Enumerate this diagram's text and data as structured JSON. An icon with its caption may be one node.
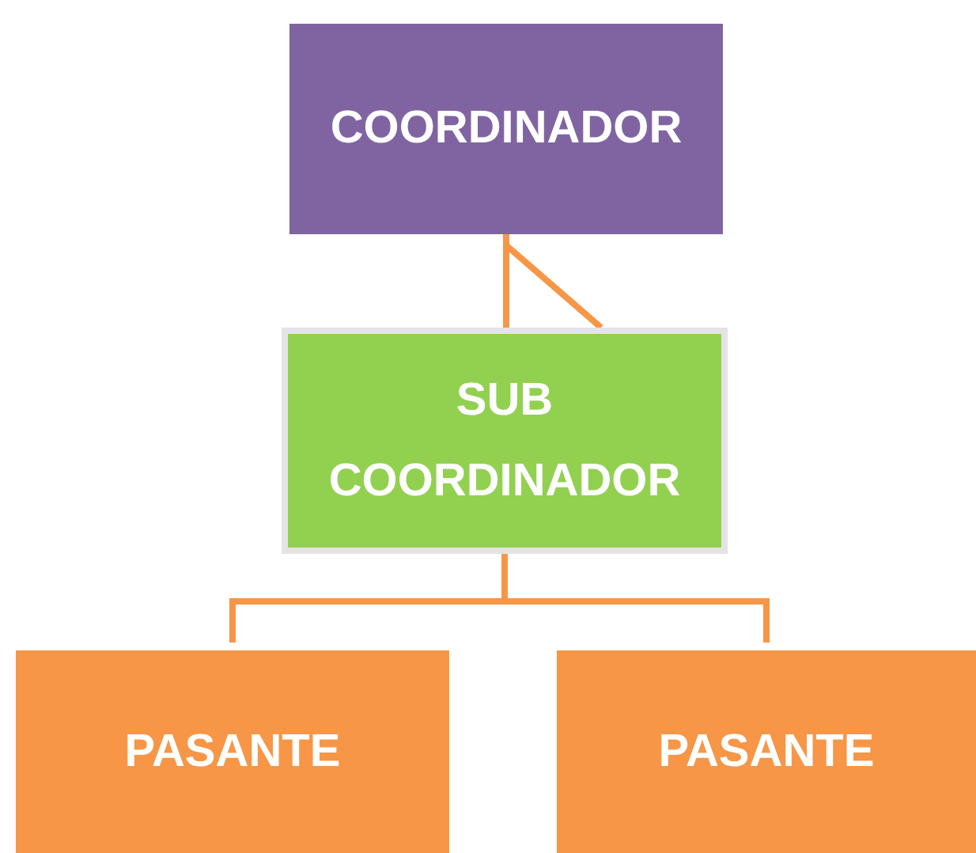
{
  "diagram": {
    "nodes": [
      {
        "text": [
          "COORDINADOR"
        ]
      },
      {
        "text": [
          "SUB COORDINADOR"
        ]
      },
      {
        "text": [
          "PASANTE"
        ]
      },
      {
        "text": [
          "PASANTE"
        ]
      }
    ],
    "edges": [
      {
        "from": 0,
        "to": 1,
        "arrow": "none"
      },
      {
        "from": 1,
        "to": 2,
        "arrow": "none"
      },
      {
        "from": 1,
        "to": 3,
        "arrow": "none"
      }
    ]
  }
}
